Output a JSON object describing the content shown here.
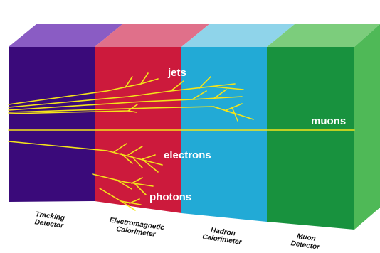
{
  "particles": {
    "jets": "jets",
    "muons": "muons",
    "electrons": "electrons",
    "photons": "photons"
  },
  "layers": [
    {
      "line1": "Tracking",
      "line2": "Detector",
      "front": "#3a0a7a",
      "top": "#8a5cc4"
    },
    {
      "line1": "Electromagnetic",
      "line2": "Calorimeter",
      "front": "#cc1a3c",
      "top": "#e0708a"
    },
    {
      "line1": "Hadron",
      "line2": "Calorimeter",
      "front": "#22aad6",
      "top": "#8fd4ea"
    },
    {
      "line1": "Muon",
      "line2": "Detector",
      "front": "#18923e",
      "top": "#7ccd7c"
    }
  ],
  "colors": {
    "track": "#f4e41a",
    "side": "#4fb957"
  }
}
